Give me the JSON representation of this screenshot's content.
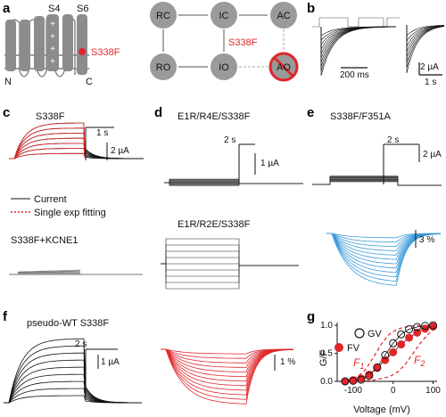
{
  "colors": {
    "black": "#111111",
    "red": "#e0262b",
    "blue": "#3a9ad9",
    "gray": "#999999",
    "helix": "#8c8c8c"
  },
  "panels": {
    "a": {
      "label": "a",
      "s4": "S4",
      "s6": "S6",
      "n": "N",
      "c": "C",
      "mutation": "S338F",
      "states": [
        "RC",
        "IC",
        "AC",
        "RO",
        "IO",
        "AO"
      ],
      "state_mutation": "S338F"
    },
    "b": {
      "label": "b",
      "scale1": "200 ms",
      "scale2_y": "2 µA",
      "scale2_x": "1 s"
    },
    "c": {
      "label": "c",
      "title": "S338F",
      "scale_x": "1 s",
      "scale_y": "2 µA",
      "legend_current": "Current",
      "legend_fit": "Single exp fitting",
      "title2": "S338F+KCNE1"
    },
    "d": {
      "label": "d",
      "title": "E1R/R4E/S338F",
      "scale_x": "2 s",
      "scale_y": "1 µA",
      "title2": "E1R/R2E/S338F"
    },
    "e": {
      "label": "e",
      "title": "S338F/F351A",
      "scale_x": "2 s",
      "scale_y": "2 µA",
      "scale_f": "3 %"
    },
    "f": {
      "label": "f",
      "title": "pseudo-WT S338F",
      "scale_x": "2 s",
      "scale_y": "1 µA",
      "scale_f": "1 %"
    },
    "g": {
      "label": "g",
      "legend_gv": "GV",
      "legend_fv": "FV",
      "f1": "F",
      "f1_sub": "1",
      "f2": "F",
      "f2_sub": "2",
      "ylabel": "G/F",
      "xlabel": "Voltage (mV)"
    }
  },
  "chart_data": {
    "type": "scatter",
    "xlabel": "Voltage (mV)",
    "ylabel": "G/F",
    "xlim": [
      -140,
      110
    ],
    "ylim": [
      0,
      1.05
    ],
    "xticks": [
      -100,
      0,
      100
    ],
    "yticks": [
      0.0,
      0.5,
      1.0
    ],
    "series": [
      {
        "name": "GV",
        "marker": "open-circle",
        "x": [
          -120,
          -100,
          -80,
          -60,
          -40,
          -20,
          0,
          20,
          40,
          60,
          80,
          100
        ],
        "y": [
          0.0,
          0.01,
          0.03,
          0.1,
          0.25,
          0.47,
          0.68,
          0.84,
          0.93,
          0.97,
          0.99,
          1.0
        ]
      },
      {
        "name": "FV",
        "marker": "filled-circle",
        "x": [
          -120,
          -100,
          -80,
          -60,
          -40,
          -20,
          0,
          20,
          40,
          60,
          80,
          100
        ],
        "y": [
          0.0,
          0.02,
          0.05,
          0.12,
          0.24,
          0.38,
          0.52,
          0.66,
          0.78,
          0.87,
          0.94,
          0.98
        ]
      },
      {
        "name": "F1",
        "style": "dashed",
        "x": [
          -130,
          -110,
          -90,
          -70,
          -50,
          -30,
          -10,
          10,
          30,
          50,
          70,
          90,
          100
        ],
        "y": [
          0.01,
          0.03,
          0.08,
          0.2,
          0.42,
          0.66,
          0.84,
          0.93,
          0.97,
          0.99,
          1.0,
          1.0,
          1.0
        ]
      },
      {
        "name": "F2",
        "style": "dashed",
        "x": [
          -130,
          -90,
          -50,
          -10,
          10,
          30,
          50,
          70,
          90,
          100
        ],
        "y": [
          0.0,
          0.0,
          0.02,
          0.08,
          0.16,
          0.3,
          0.5,
          0.7,
          0.86,
          0.9
        ]
      }
    ]
  }
}
